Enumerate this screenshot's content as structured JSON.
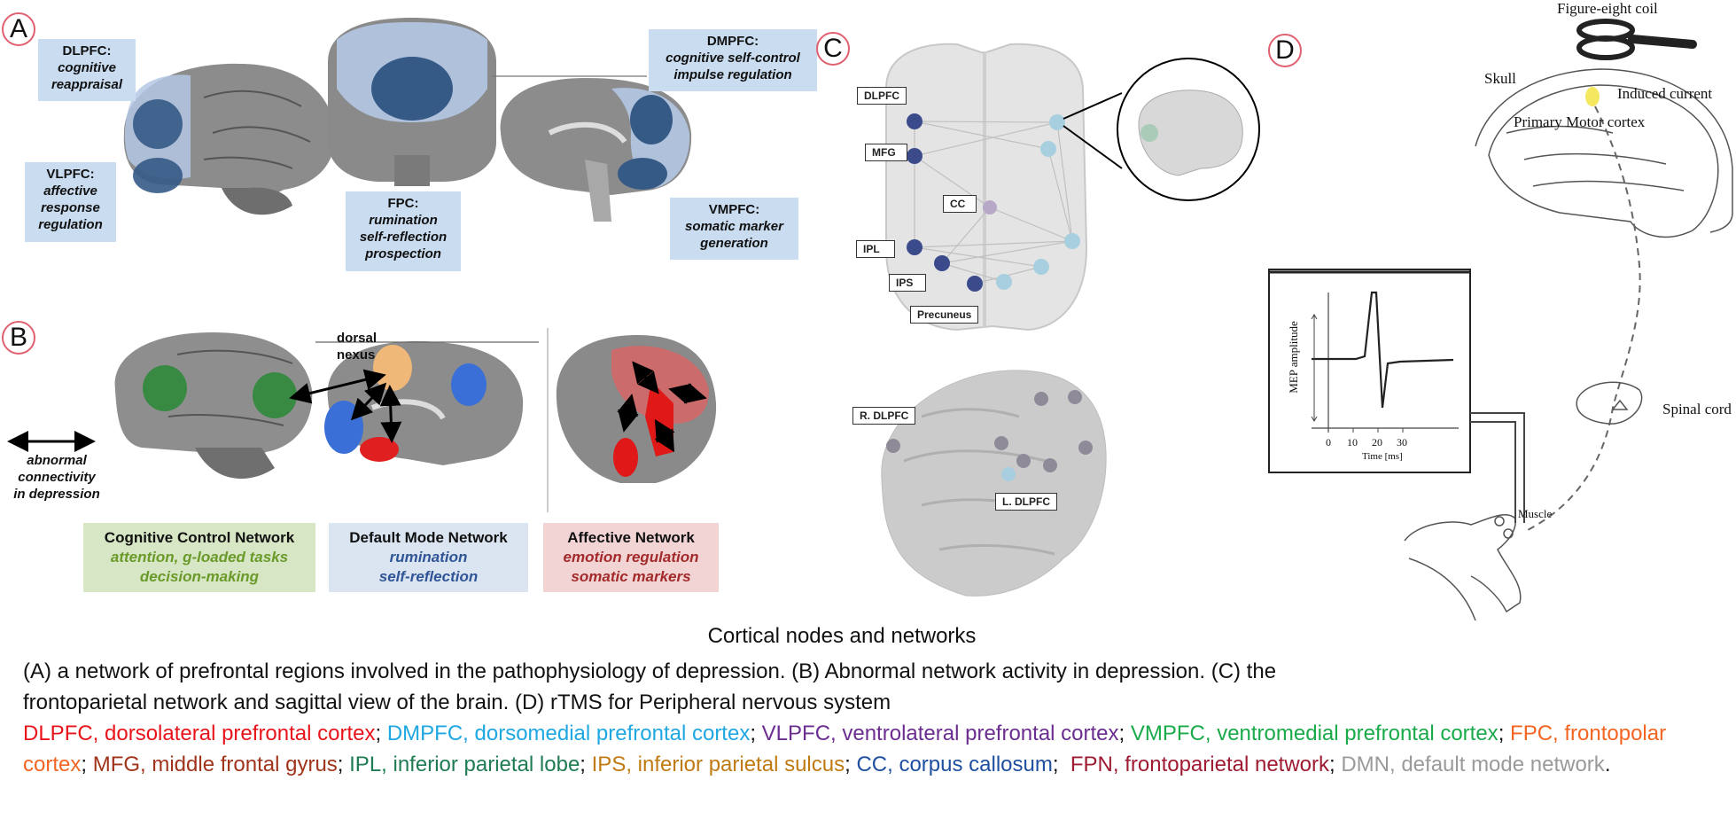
{
  "panels": {
    "a": "A",
    "b": "B",
    "c": "C",
    "d": "D"
  },
  "panel_a": {
    "dlpfc": {
      "title": "DLPFC:",
      "desc": [
        "cognitive",
        "reappraisal"
      ]
    },
    "vlpfc": {
      "title": "VLPFC:",
      "desc": [
        "affective",
        "response",
        "regulation"
      ]
    },
    "fpc": {
      "title": "FPC:",
      "desc": [
        "rumination",
        "self-reflection",
        "prospection"
      ]
    },
    "dmpfc": {
      "title": "DMPFC:",
      "desc": [
        "cognitive self-control",
        "impulse regulation"
      ]
    },
    "vmpfc": {
      "title": "VMPFC:",
      "desc": [
        "somatic marker",
        "generation"
      ]
    }
  },
  "panel_b": {
    "dorsal_nexus": [
      "dorsal",
      "nexus"
    ],
    "abnormal": [
      "abnormal",
      "connectivity",
      "in depression"
    ],
    "networks": [
      {
        "title": "Cognitive Control Network",
        "desc": [
          "attention, g-loaded tasks",
          "decision-making"
        ]
      },
      {
        "title": "Default Mode Network",
        "desc": [
          "rumination",
          "self-reflection"
        ]
      },
      {
        "title": "Affective Network",
        "desc": [
          "emotion regulation",
          "somatic markers"
        ]
      }
    ]
  },
  "panel_c": {
    "nodes": [
      "DLPFC",
      "MFG",
      "CC",
      "IPL",
      "IPS",
      "Precuneus"
    ],
    "bottom_nodes": [
      "R. DLPFC",
      "L. DLPFC"
    ]
  },
  "panel_d": {
    "coil": "Figure-eight coil",
    "skull": "Skull",
    "induced": "Induced current",
    "motor": "Primary Motor cortex",
    "spinal": "Spinal cord",
    "muscle": "Muscle",
    "y_axis": "MEP amplitude",
    "x_axis": "Time [ms]",
    "ticks": [
      "0",
      "10",
      "20",
      "30"
    ]
  },
  "caption": {
    "title": "Cortical nodes and networks",
    "line1": "(A) a network  of prefrontal regions  involved in the pathophysiology of depression. (B) Abnormal network activity in depression.  (C)  the",
    "line2": "frontoparietal network and sagittal view of the brain. (D) rTMS for Peripheral nervous system",
    "legend": [
      {
        "text": "DLPFC, dorsolateral prefrontal cortex",
        "sep": "; ",
        "color": "#e8141b"
      },
      {
        "text": "DMPFC, dorsomedial prefrontal cortex",
        "sep": "; ",
        "color": "#1ea7e1"
      },
      {
        "text": "VLPFC, ventrolateral prefrontal cortex",
        "sep": "; ",
        "color": "#6b2d90"
      },
      {
        "text": "VMPFC, ventromedial prefrontal cortex",
        "sep": "; ",
        "color": "#1aaa4a"
      },
      {
        "text": "FPC, frontopolar cortex",
        "sep": "; ",
        "color": "#f26522"
      },
      {
        "text": "MFG, middle frontal gyrus",
        "sep": "; ",
        "color": "#a0341a"
      },
      {
        "text": "IPL, inferior parietal lobe",
        "sep": "; ",
        "color": "#1e7b52"
      },
      {
        "text": "IPS, inferior parietal sulcus",
        "sep": "; ",
        "color": "#c07a12"
      },
      {
        "text": "CC, corpus callosum",
        "sep": ";  ",
        "color": "#1f4fa0"
      },
      {
        "text": "FPN, frontoparietal network",
        "sep": "; ",
        "color": "#9e1b32"
      },
      {
        "text": "DMN, default mode network",
        "sep": ".",
        "color": "#9a9a9a"
      }
    ]
  }
}
